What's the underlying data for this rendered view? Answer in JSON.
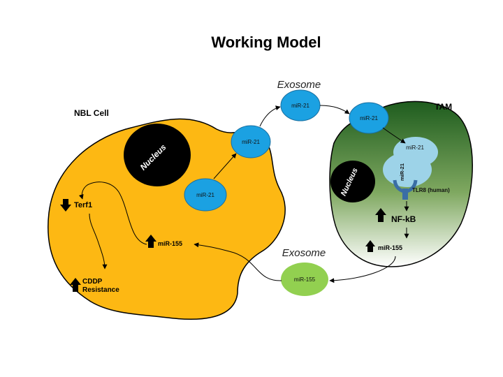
{
  "title": "Working Model",
  "nbl_cell": {
    "label": "NBL Cell",
    "nucleus_label": "Nucleus",
    "terf1_label": "Terf1",
    "mir155_label": "miR-155",
    "cddp_label": "CDDP",
    "resistance_label": "Resistance",
    "vesicle_inner_label": "miR-21",
    "vesicle_budding_label": "miR-21"
  },
  "exosome_top": {
    "label": "Exosome",
    "vesicle_label": "miR-21"
  },
  "tam": {
    "label": "TAM",
    "nucleus_label": "Nucleus",
    "vesicle_entry_label": "miR-21",
    "endosome_label": "miR-21",
    "receptor_mir_label": "miR-21",
    "receptor_label": "TLR8 (human)",
    "nfkb_label": "NF-kB",
    "mir155_label": "miR-155"
  },
  "exosome_bottom": {
    "label": "Exosome",
    "vesicle_label": "miR-155"
  },
  "colors": {
    "nbl_cell": "#FDB813",
    "mir21_vesicle": "#1BA1E2",
    "mir155_vesicle": "#92D050",
    "tam_top": "#1E5C1E",
    "tam_bottom": "#FFFFFF",
    "endosome": "#9DD3E8",
    "receptor": "#3A6EA5",
    "nucleus": "#000000"
  },
  "icons": {
    "arrow_up": "up-arrow-icon",
    "arrow_down": "down-arrow-icon",
    "receptor": "tlr8-receptor-icon"
  }
}
